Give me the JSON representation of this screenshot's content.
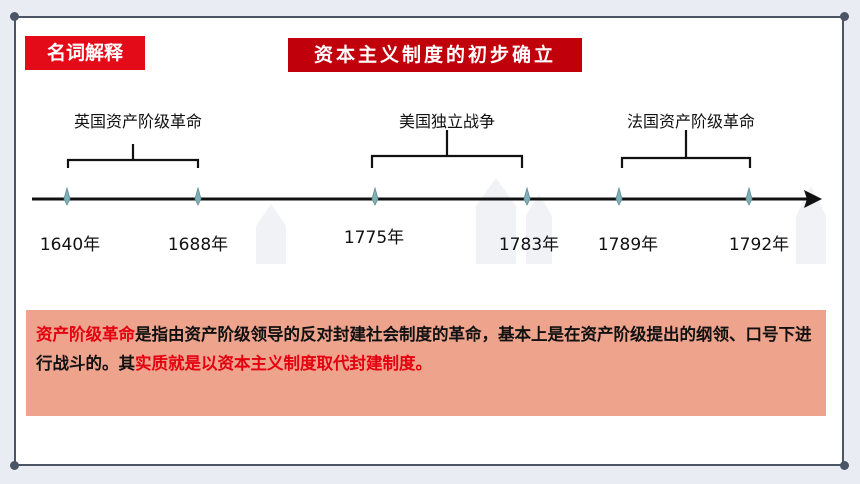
{
  "tag": "名词解释",
  "title": "资本主义制度的初步确立",
  "events": [
    {
      "label": "英国资产阶级革命",
      "start": "1640年",
      "end": "1688年"
    },
    {
      "label": "美国独立战争",
      "start": "1775年",
      "end": "1783年"
    },
    {
      "label": "法国资产阶级革命",
      "start": "1789年",
      "end": "1792年"
    }
  ],
  "definition": {
    "term": "资产阶级革命",
    "part1": "是指由资产阶级领导的反对封建社会制度的革命，基本上是在资产阶级提出的纲领、口号下进行战斗的。其",
    "essence": "实质就是以资本主义制度取代封建制度。"
  },
  "colors": {
    "tag_bg": "#e30b17",
    "title_bg": "#c0000a",
    "definition_bg": "#eea38d",
    "highlight": "#e4000f"
  }
}
